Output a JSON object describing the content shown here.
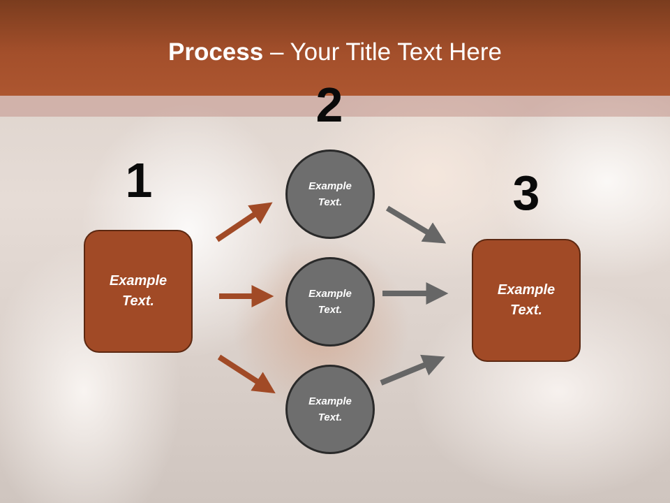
{
  "title": {
    "bold": "Process",
    "rest": " – Your Title Text Here"
  },
  "steps": {
    "step1": {
      "number": "1",
      "line1": "Example",
      "line2": "Text."
    },
    "step2": {
      "number": "2"
    },
    "step3": {
      "number": "3",
      "line1": "Example",
      "line2": "Text."
    }
  },
  "circles": [
    {
      "line1": "Example",
      "line2": "Text."
    },
    {
      "line1": "Example",
      "line2": "Text."
    },
    {
      "line1": "Example",
      "line2": "Text."
    }
  ],
  "colors": {
    "accent": "#a14a26",
    "circle_fill": "#6e6e6e",
    "arrow_brown": "#a14a26",
    "arrow_gray": "#666666"
  }
}
